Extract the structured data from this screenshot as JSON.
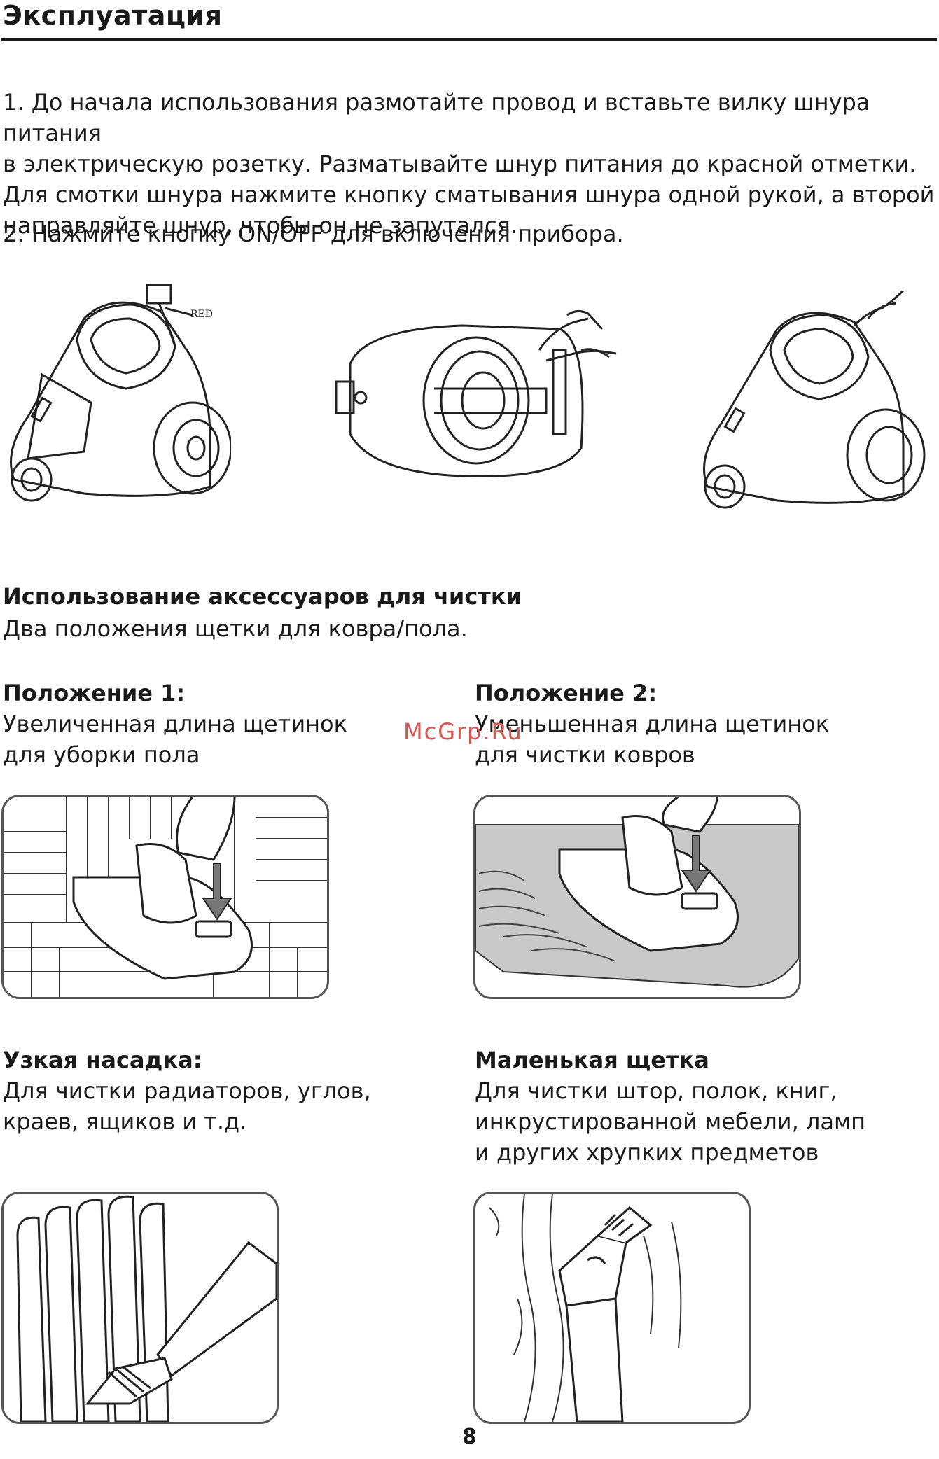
{
  "header": {
    "title": "Эксплуатация"
  },
  "operation": {
    "step1_lines": [
      "1. До начала использования размотайте провод и вставьте вилку шнура питания",
      "в электрическую розетку. Разматывайте шнур питания до красной отметки.",
      "Для смотки шнура нажмите кнопку сматывания шнура одной рукой, а второй",
      "направляйте шнур, чтобы он не запутался."
    ],
    "step2": "2. Нажмите кнопку ON/OFF для включения прибора.",
    "figure_label": "RED"
  },
  "accessories": {
    "heading": "Использование аксессуаров для чистки",
    "subtitle": "Два положения щетки для ковра/пола.",
    "position1": {
      "title": "Положение 1:",
      "lines": [
        "Увеличенная длина щетинок",
        "для уборки пола"
      ]
    },
    "position2": {
      "title": "Положение 2:",
      "lines": [
        "Уменьшенная длина щетинок",
        "для чистки ковров"
      ]
    },
    "crevice": {
      "title": "Узкая насадка:",
      "lines": [
        "Для чистки радиаторов, углов,",
        "краев, ящиков и т.д."
      ]
    },
    "small_brush": {
      "title": "Маленькая щетка",
      "lines": [
        "Для чистки штор, полок, книг,",
        "инкрустированной мебели, ламп",
        "и других хрупких предметов"
      ]
    }
  },
  "watermark": "McGrp.Ru",
  "page_number": "8"
}
